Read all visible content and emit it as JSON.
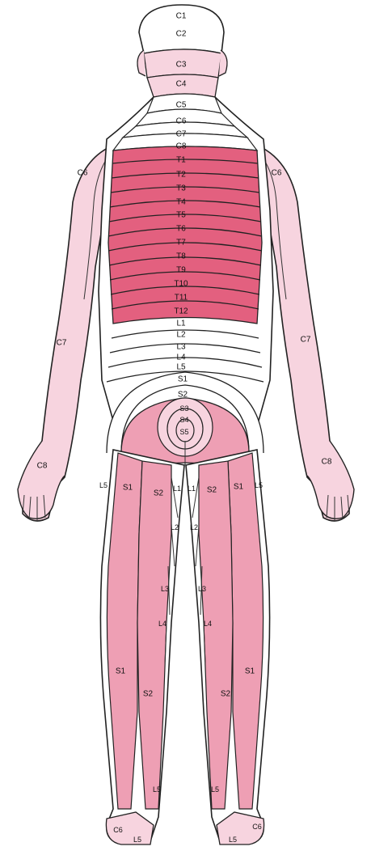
{
  "colors": {
    "deep": "#e3607f",
    "mid": "#ee9fb4",
    "light": "#f7d4df",
    "white": "#ffffff",
    "line": "#222222"
  },
  "labels": {
    "c1": "C1",
    "c2": "C2",
    "c3": "C3",
    "c4": "C4",
    "c5": "C5",
    "c6": "C6",
    "c7": "C7",
    "c8": "C8",
    "c6_left_shoulder": "C6",
    "c6_right_shoulder": "C6",
    "c7_left_arm": "C7",
    "c7_right_arm": "C7",
    "c8_left_hand": "C8",
    "c8_right_hand": "C8",
    "t1": "T1",
    "t2": "T2",
    "t3": "T3",
    "t4": "T4",
    "t5": "T5",
    "t6": "T6",
    "t7": "T7",
    "t8": "T8",
    "t9": "T9",
    "t10": "T10",
    "t11": "T11",
    "t12": "T12",
    "l1": "L1",
    "l2": "L2",
    "l3": "L3",
    "l4": "L4",
    "l5": "L5",
    "s1": "S1",
    "s2": "S2",
    "s3": "S3",
    "s4": "S4",
    "s5": "S5",
    "l5_left_hip": "L5",
    "l5_right_hip": "L5",
    "s1_left_thigh": "S1",
    "s2_left_thigh": "S2",
    "s2_right_thigh": "S2",
    "s1_right_thigh": "S1",
    "l1_left_inner": "L1",
    "l1_right_inner": "L1",
    "l2_left_inner": "L2",
    "l2_right_inner": "L2",
    "l3_left_knee": "L3",
    "l3_right_knee": "L3",
    "l4_left_knee": "L4",
    "l4_right_knee": "L4",
    "s1_left_calf": "S1",
    "s2_left_calf": "S2",
    "s2_right_calf": "S2",
    "s1_right_calf": "S1",
    "l5_left_ankle": "L5",
    "l5_right_ankle": "L5",
    "c6_left_foot_label": "C6",
    "l5_left_foot": "L5",
    "l5_right_foot": "L5",
    "c6_right_foot_label": "C6"
  }
}
